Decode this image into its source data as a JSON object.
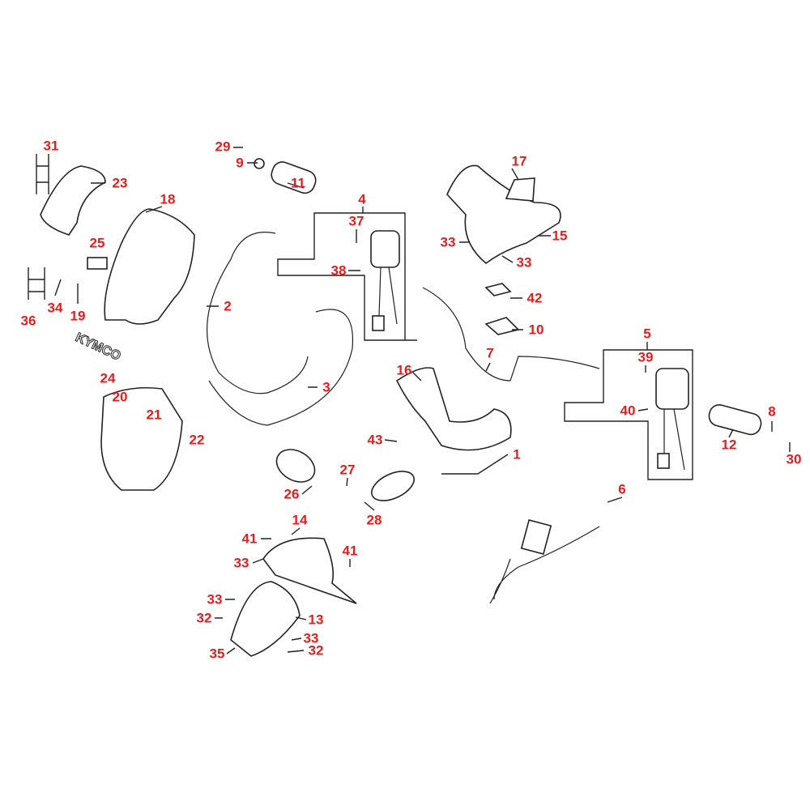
{
  "diagram": {
    "type": "exploded-parts-diagram",
    "brand_logo_text": "KYMCO",
    "callouts": [
      "31",
      "23",
      "18",
      "25",
      "34",
      "19",
      "36",
      "24",
      "20",
      "21",
      "22",
      "29",
      "9",
      "11",
      "4",
      "37",
      "38",
      "2",
      "3",
      "17",
      "15",
      "33",
      "33",
      "42",
      "10",
      "7",
      "16",
      "5",
      "39",
      "40",
      "8",
      "12",
      "30",
      "43",
      "1",
      "27",
      "26",
      "28",
      "6",
      "14",
      "41",
      "33",
      "41",
      "33",
      "32",
      "13",
      "33",
      "35",
      "32"
    ],
    "label_color": "#e41e1e"
  }
}
